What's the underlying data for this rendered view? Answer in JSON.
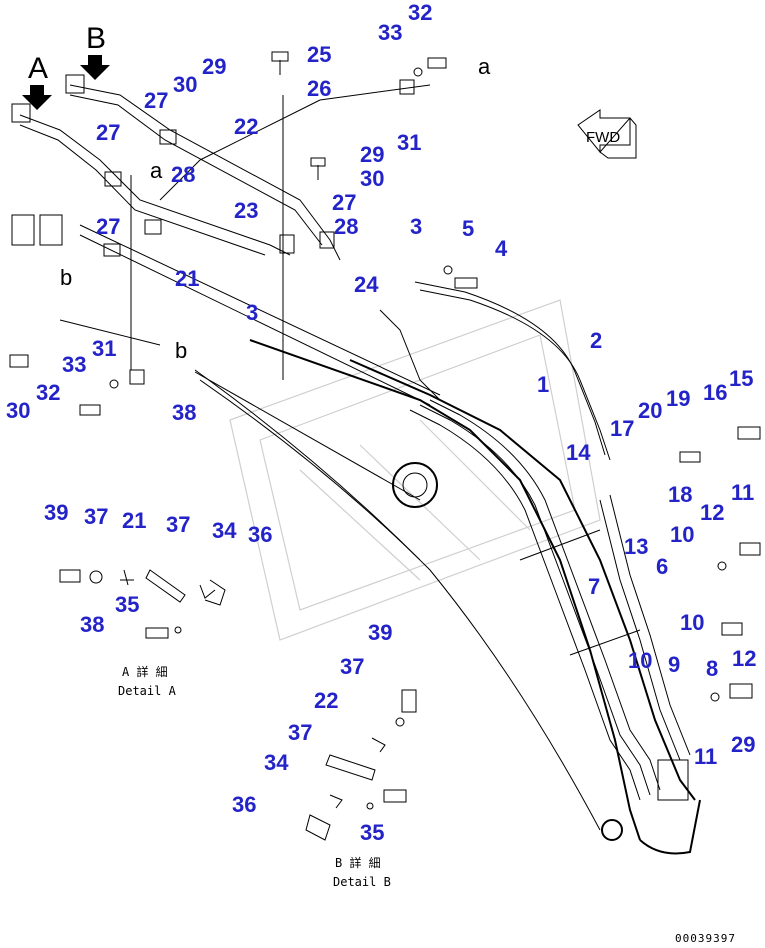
{
  "view_labels": {
    "A": "A",
    "B": "B",
    "a": "a",
    "b": "b"
  },
  "fwd_label": "FWD",
  "callouts": [
    "32",
    "33",
    "25",
    "26",
    "29",
    "30",
    "27",
    "22",
    "31",
    "27",
    "28",
    "29",
    "30",
    "27",
    "28",
    "23",
    "3",
    "5",
    "4",
    "27",
    "21",
    "24",
    "3",
    "2",
    "1",
    "20",
    "19",
    "16",
    "15",
    "17",
    "14",
    "18",
    "13",
    "12",
    "11",
    "10",
    "6",
    "7",
    "10",
    "10",
    "9",
    "8",
    "12",
    "11",
    "29",
    "30",
    "32",
    "33",
    "31",
    "38",
    "39",
    "37",
    "21",
    "37",
    "34",
    "36",
    "35",
    "38",
    "39",
    "37",
    "22",
    "37",
    "34",
    "36",
    "35"
  ],
  "detail_a": {
    "jp": "A 詳 細",
    "en": "Detail A"
  },
  "detail_b": {
    "jp": "B 詳 細",
    "en": "Detail B"
  },
  "drawing_number": "00039397"
}
